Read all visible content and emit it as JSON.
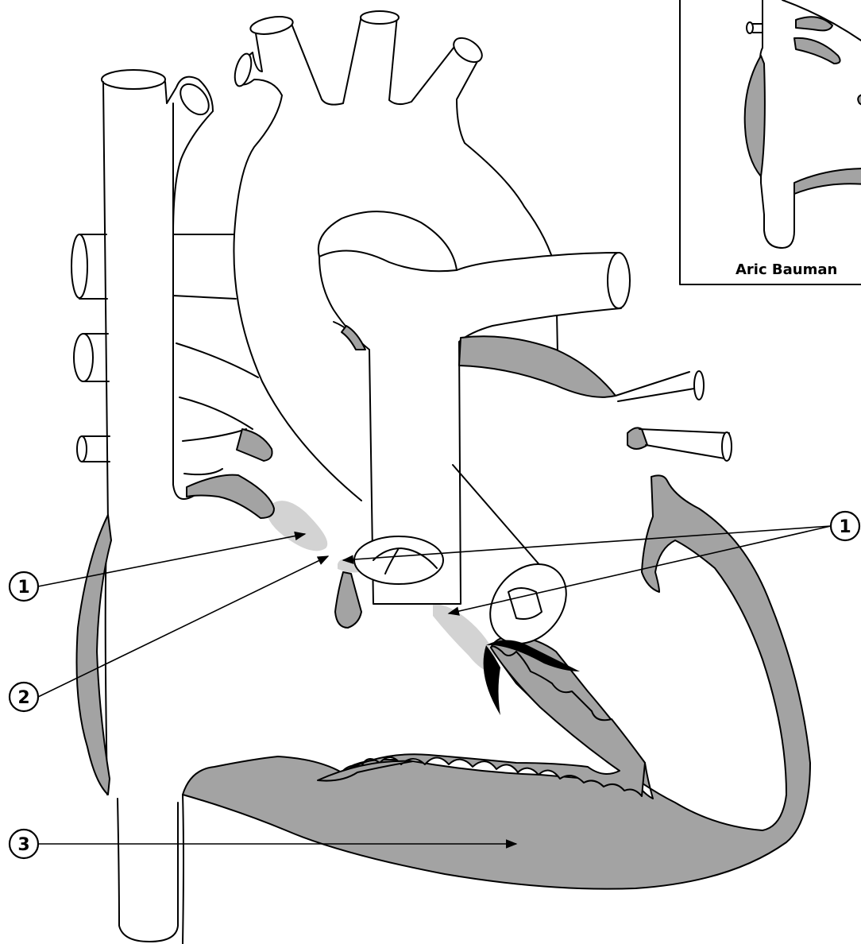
{
  "credit": "Aric Bauman",
  "callouts": [
    {
      "id": "callout-1-left",
      "number": "1"
    },
    {
      "id": "callout-2",
      "number": "2"
    },
    {
      "id": "callout-3",
      "number": "3"
    },
    {
      "id": "callout-1-right",
      "number": "1"
    }
  ],
  "colors": {
    "wall_fill": "#a3a3a3",
    "highlight": "#d3d3d3",
    "line": "#000000",
    "background": "#ffffff"
  }
}
